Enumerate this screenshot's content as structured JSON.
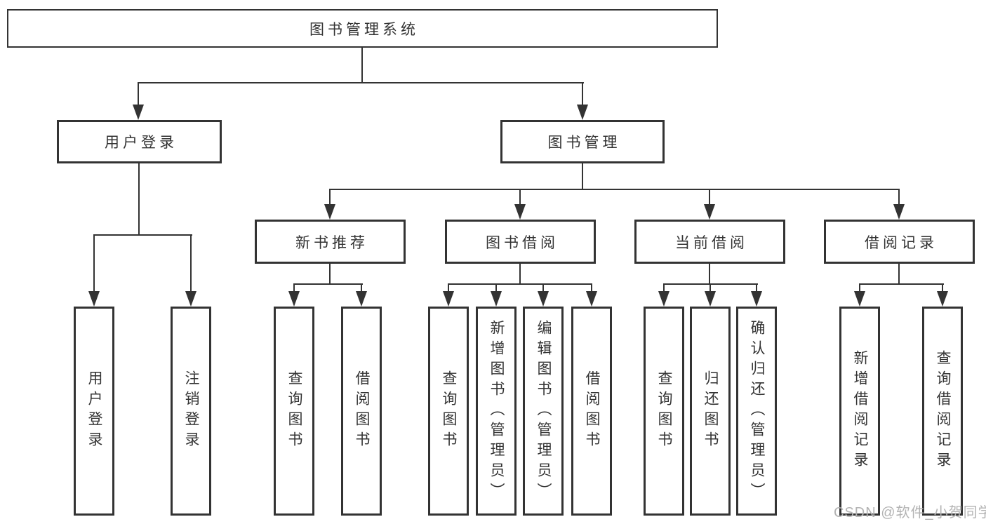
{
  "tree": {
    "root": "图书管理系统",
    "children": [
      {
        "label": "用户登录",
        "children": [
          {
            "label": "用户登录"
          },
          {
            "label": "注销登录"
          }
        ]
      },
      {
        "label": "图书管理",
        "children": [
          {
            "label": "新书推荐",
            "children": [
              {
                "label": "查询图书"
              },
              {
                "label": "借阅图书"
              }
            ]
          },
          {
            "label": "图书借阅",
            "children": [
              {
                "label": "查询图书"
              },
              {
                "label": "新增图书（管理员）"
              },
              {
                "label": "编辑图书（管理员）"
              },
              {
                "label": "借阅图书"
              }
            ]
          },
          {
            "label": "当前借阅",
            "children": [
              {
                "label": "查询图书"
              },
              {
                "label": "归还图书"
              },
              {
                "label": "确认归还（管理员）"
              }
            ]
          },
          {
            "label": "借阅记录",
            "children": [
              {
                "label": "新增借阅记录"
              },
              {
                "label": "查询借阅记录"
              }
            ]
          }
        ]
      }
    ]
  },
  "watermark": {
    "text": "CSDN @软件_小贺同学"
  },
  "colors": {
    "line": "#333333",
    "text": "#333333",
    "watermark": "#b3b3b3",
    "background": "#ffffff"
  }
}
